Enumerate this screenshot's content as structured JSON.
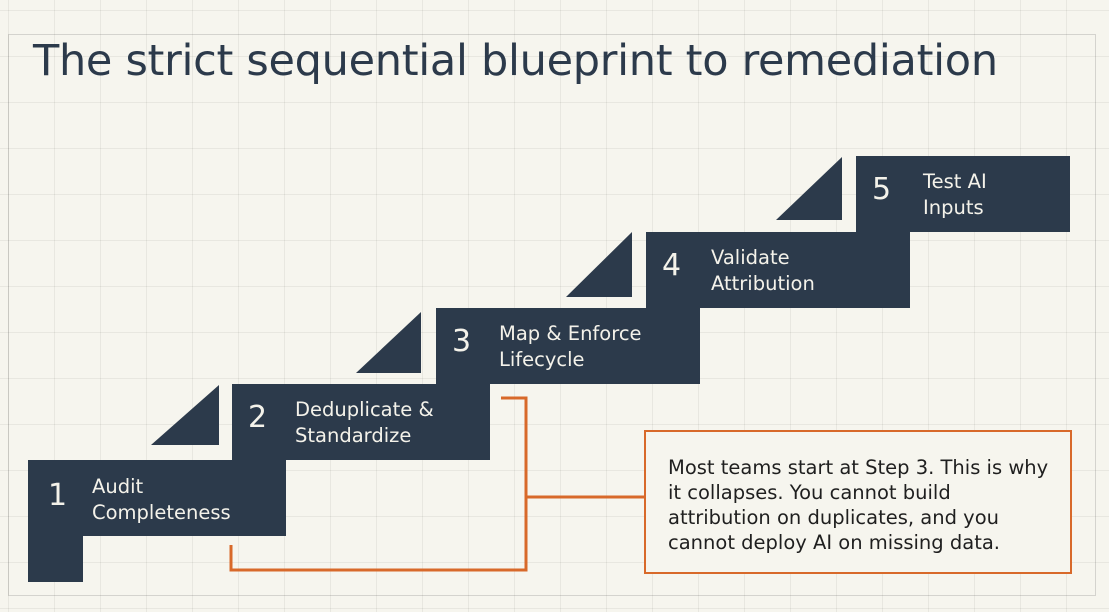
{
  "title": "The strict sequential blueprint to remediation",
  "steps": [
    {
      "number": "1",
      "label": "Audit\nCompleteness"
    },
    {
      "number": "2",
      "label": "Deduplicate &\nStandardize"
    },
    {
      "number": "3",
      "label": "Map & Enforce\nLifecycle"
    },
    {
      "number": "4",
      "label": "Validate\nAttribution"
    },
    {
      "number": "5",
      "label": "Test AI\nInputs"
    }
  ],
  "callout": {
    "text": "Most teams start at Step 3. This is why it collapses. You cannot build attribution on duplicates, and you cannot deploy AI on missing data."
  },
  "colors": {
    "step_fill": "#2c3a4b",
    "accent": "#d8692a",
    "background": "#f6f5ee"
  }
}
